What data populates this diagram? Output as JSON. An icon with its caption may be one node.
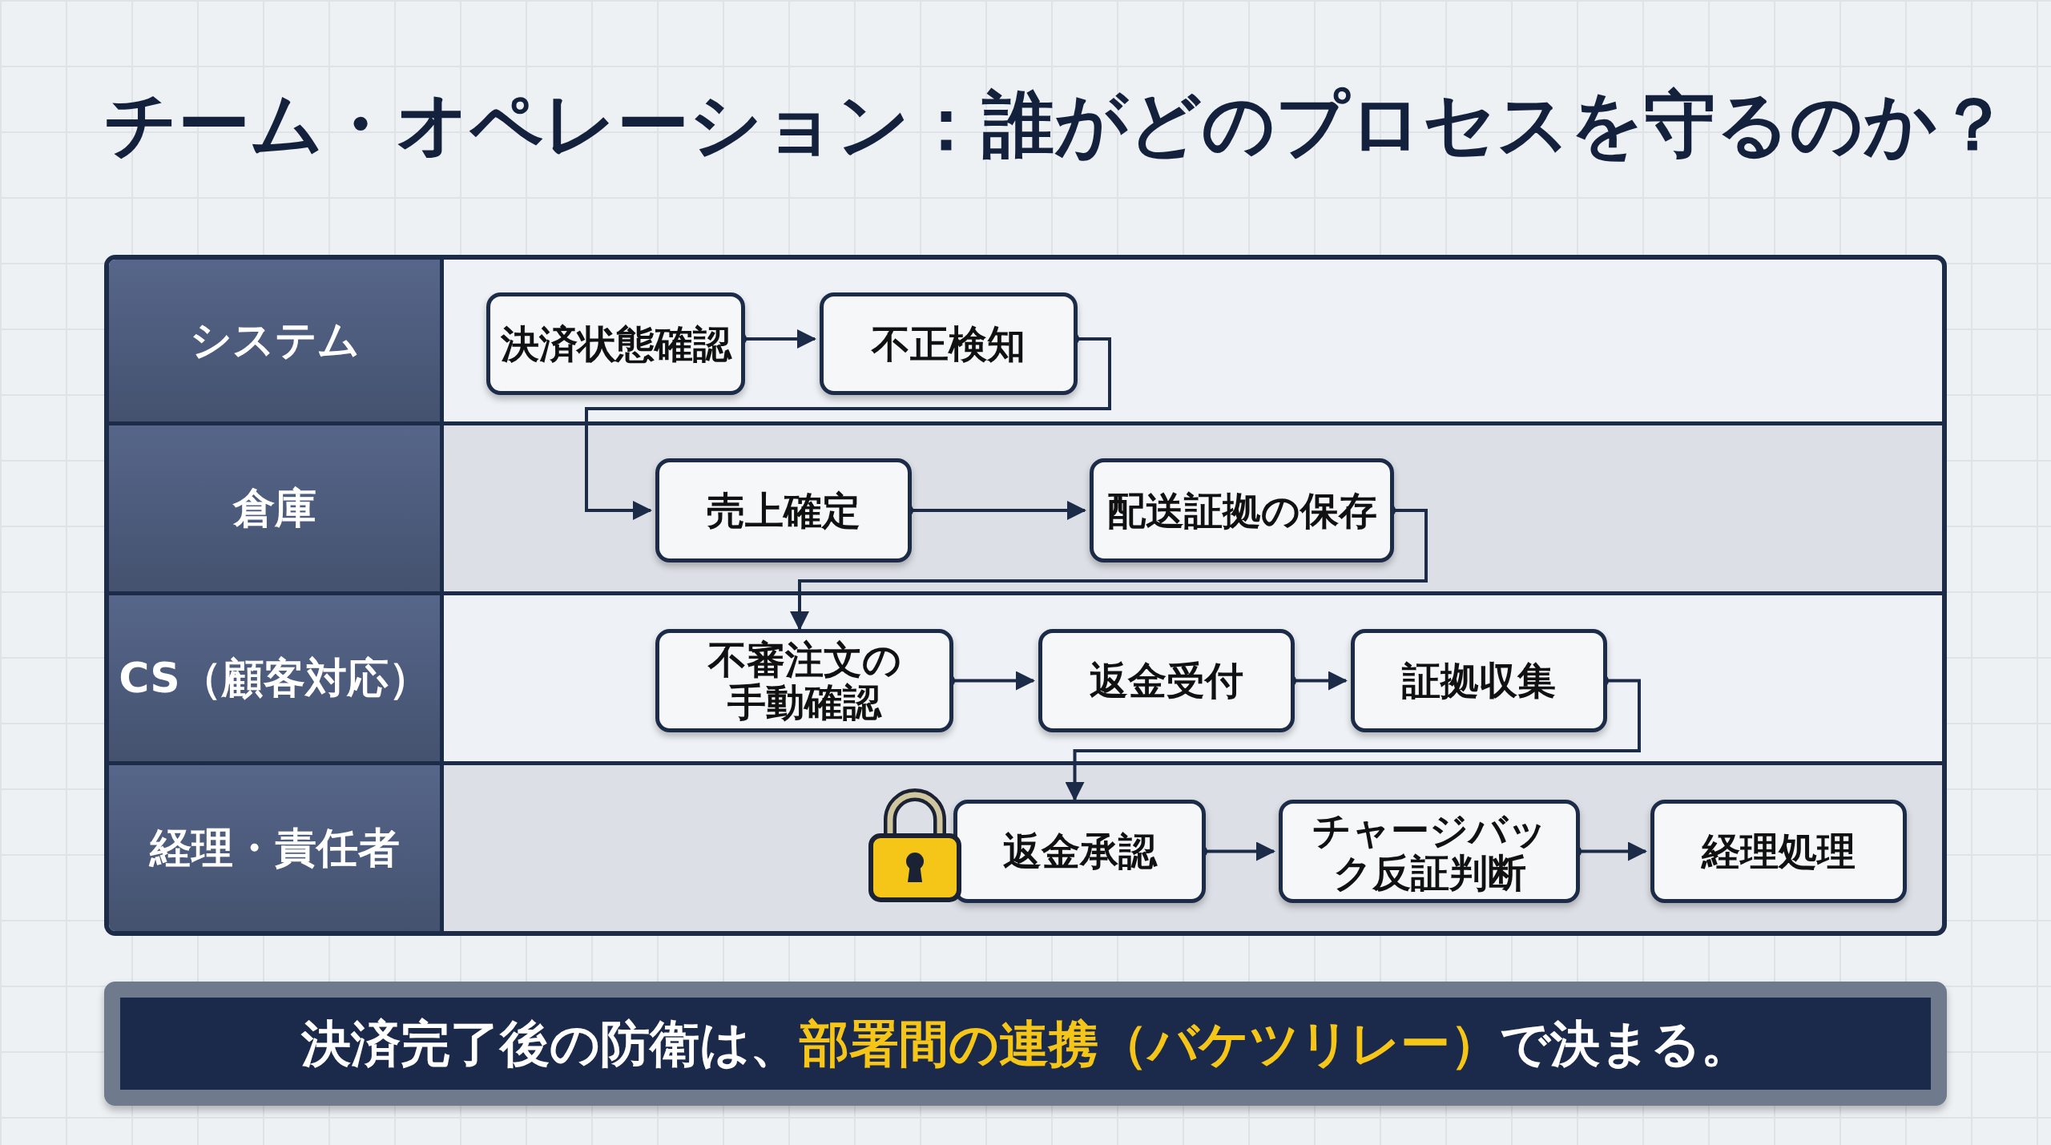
{
  "diagram": {
    "title": "チーム・オペレーション：誰がどのプロセスを守るのか？",
    "nodes": [
      {
        "text": [
          "システム"
        ]
      },
      {
        "text": [
          "決済状態確認"
        ],
        "in": 0
      },
      {
        "text": [
          "不正検知"
        ],
        "in": 0
      },
      {
        "text": [
          "倉庫"
        ]
      },
      {
        "text": [
          "売上確定"
        ],
        "in": 3
      },
      {
        "text": [
          "配送証拠の保存"
        ],
        "in": 3
      },
      {
        "text": [
          "CS（顧客対応）"
        ]
      },
      {
        "text": [
          "不審注文の手動確認"
        ],
        "in": 6
      },
      {
        "text": [
          "返金受付"
        ],
        "in": 6
      },
      {
        "text": [
          "証拠収集"
        ],
        "in": 6
      },
      {
        "text": [
          "経理・責任者"
        ]
      },
      {
        "text": [
          "返金承認"
        ],
        "in": 10
      },
      {
        "text": [
          "チャージバック反証判断"
        ],
        "in": 10
      },
      {
        "text": [
          "経理処理"
        ],
        "in": 10
      },
      {
        "text": [
          "決済完了後の防衛は、",
          "部署間の連携（バケツリレー）",
          "で決まる。"
        ]
      }
    ],
    "edges": [
      {
        "from": 1,
        "to": 2,
        "arrow": "to"
      },
      {
        "from": 2,
        "to": 4,
        "arrow": "to"
      },
      {
        "from": 4,
        "to": 5,
        "arrow": "to"
      },
      {
        "from": 5,
        "to": 7,
        "arrow": "to"
      },
      {
        "from": 7,
        "to": 8,
        "arrow": "to"
      },
      {
        "from": 8,
        "to": 9,
        "arrow": "to"
      },
      {
        "from": 9,
        "to": 11,
        "arrow": "to"
      },
      {
        "from": 11,
        "to": 12,
        "arrow": "to"
      },
      {
        "from": 12,
        "to": 13,
        "arrow": "to"
      }
    ]
  }
}
